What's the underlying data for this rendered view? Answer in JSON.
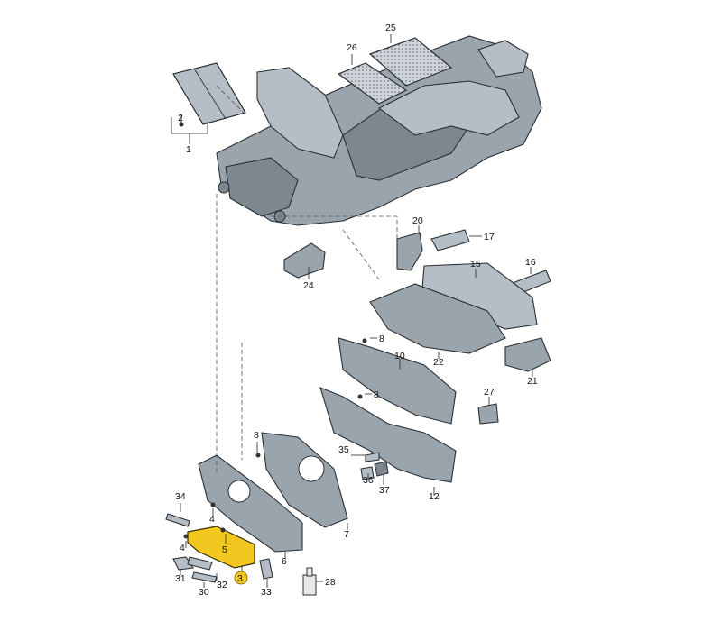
{
  "diagram": {
    "highlight_color": "#f2c71f",
    "part_color": "#9aa4ad",
    "highlighted_callout": "3",
    "callouts": [
      {
        "id": "c1",
        "label": "1"
      },
      {
        "id": "c2",
        "label": "2"
      },
      {
        "id": "c3",
        "label": "3"
      },
      {
        "id": "c4a",
        "label": "4"
      },
      {
        "id": "c4b",
        "label": "4"
      },
      {
        "id": "c5",
        "label": "5"
      },
      {
        "id": "c6",
        "label": "6"
      },
      {
        "id": "c7",
        "label": "7"
      },
      {
        "id": "c8a",
        "label": "8"
      },
      {
        "id": "c8b",
        "label": "8"
      },
      {
        "id": "c8c",
        "label": "8"
      },
      {
        "id": "c10",
        "label": "10"
      },
      {
        "id": "c12",
        "label": "12"
      },
      {
        "id": "c15",
        "label": "15"
      },
      {
        "id": "c16",
        "label": "16"
      },
      {
        "id": "c17",
        "label": "17"
      },
      {
        "id": "c20",
        "label": "20"
      },
      {
        "id": "c21",
        "label": "21"
      },
      {
        "id": "c22",
        "label": "22"
      },
      {
        "id": "c24",
        "label": "24"
      },
      {
        "id": "c25",
        "label": "25"
      },
      {
        "id": "c26",
        "label": "26"
      },
      {
        "id": "c27",
        "label": "27"
      },
      {
        "id": "c28",
        "label": "28"
      },
      {
        "id": "c30",
        "label": "30"
      },
      {
        "id": "c31",
        "label": "31"
      },
      {
        "id": "c32",
        "label": "32"
      },
      {
        "id": "c33",
        "label": "33"
      },
      {
        "id": "c34",
        "label": "34"
      },
      {
        "id": "c35",
        "label": "35"
      },
      {
        "id": "c36",
        "label": "36"
      },
      {
        "id": "c37",
        "label": "37"
      }
    ]
  }
}
